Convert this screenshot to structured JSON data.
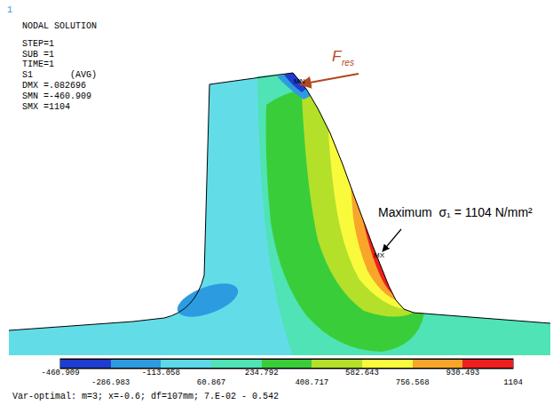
{
  "diagram": {
    "labels": [
      "1",
      "NODAL SOLUTION",
      "STEP=1",
      "SUB =1",
      "TIME=1",
      "S1       (AVG)",
      "DMX =.082696",
      "SMN =-460.909",
      "SMX =1104",
      "F",
      "res",
      "MN",
      "MX",
      "Maximum  σ₁ = 1104 N/mm²",
      "1104",
      "Var-optimal: m=3; x=-0.6; df=107mm; 7.E-02 - 0.542"
    ],
    "legend": [
      {
        "text": "-460.909",
        "color": "#1e3ccf"
      },
      {
        "text": "-286.983",
        "color": "#2d9be0"
      },
      {
        "text": "-113.058",
        "color": "#5cd8e8"
      },
      {
        "text": "60.867",
        "color": "#4fe3b5"
      },
      {
        "text": "234.792",
        "color": "#3acd3a"
      },
      {
        "text": "408.717",
        "color": "#b4e02a"
      },
      {
        "text": "582.643",
        "color": "#fafa3c"
      },
      {
        "text": "756.568",
        "color": "#f9a52a"
      },
      {
        "text": "930.493",
        "color": "#f01e1e"
      }
    ]
  }
}
